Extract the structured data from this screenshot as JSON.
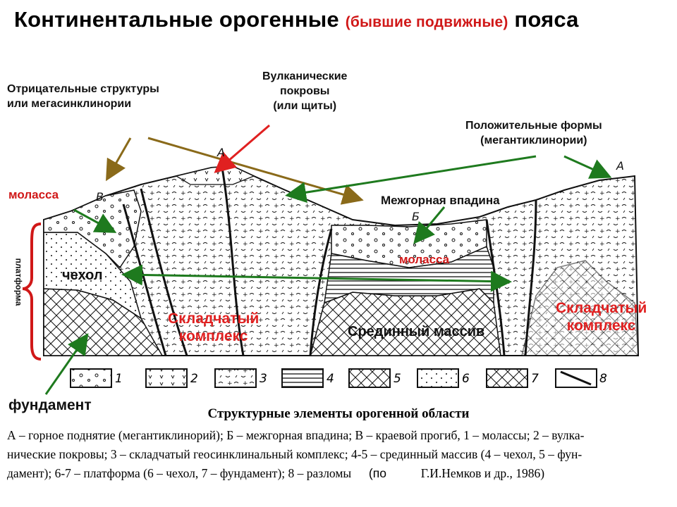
{
  "title": {
    "main_before": "Континентальные орогенные",
    "paren": "(бывшие подвижные)",
    "main_after": "пояса"
  },
  "labels": {
    "negative": "Отрицательные структуры\nили мегасинклинории",
    "volcanic": "Вулканические\nпокровы\n(или щиты)",
    "positive": "Положительные формы\n(мегантиклинории)",
    "molassa_left": "моласса",
    "molassa_center": "моласса",
    "intermontane": "Межгорная впадина",
    "cover": "чехол",
    "folded_left": "Складчатый\nкомплекс",
    "folded_right": "Складчатый\nкомплекс",
    "median_massif": "Срединный массив",
    "foundation": "фундамент",
    "platform": "платформа"
  },
  "letters": {
    "a_left": "А",
    "a_right": "А",
    "b": "Б",
    "v": "В"
  },
  "legend": [
    "1",
    "2",
    "3",
    "4",
    "5",
    "6",
    "7",
    "8"
  ],
  "caption": {
    "title": "Структурные элементы орогенной области",
    "line1": "А – горное поднятие (мегантиклинорий); Б – межгорная впадина; В – краевой прогиб, 1 – молассы; 2 – вулка-",
    "line2": "нические покровы; 3 – складчатый геосинклинальный комплекс; 4-5 – срединный массив (4 – чехол, 5 – фун-",
    "line3a": "дамент); 6-7 – платформа (6 – чехол, 7 – фундамент); 8 – разломы",
    "line3b": "(по",
    "line3c": "Г.И.Немков",
    "line3d": "и др., 1986)"
  },
  "colors": {
    "red": "#d01818",
    "brown_arrow": "#8a6a1a",
    "green_arrow": "#1e7a1e",
    "red_arrow": "#e02020"
  }
}
